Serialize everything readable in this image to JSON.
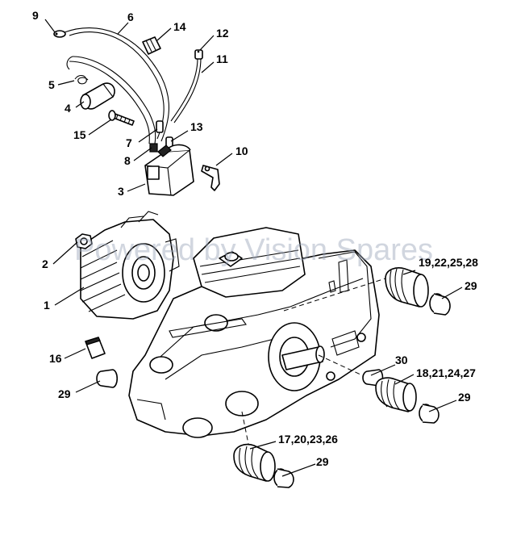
{
  "watermark": "Powered by Vision Spares",
  "callouts": [
    {
      "id": "c9",
      "text": "9"
    },
    {
      "id": "c6",
      "text": "6"
    },
    {
      "id": "c14",
      "text": "14"
    },
    {
      "id": "c12",
      "text": "12"
    },
    {
      "id": "c11",
      "text": "11"
    },
    {
      "id": "c5",
      "text": "5"
    },
    {
      "id": "c4",
      "text": "4"
    },
    {
      "id": "c15",
      "text": "15"
    },
    {
      "id": "c7",
      "text": "7"
    },
    {
      "id": "c13",
      "text": "13"
    },
    {
      "id": "c8",
      "text": "8"
    },
    {
      "id": "c10",
      "text": "10"
    },
    {
      "id": "c3",
      "text": "3"
    },
    {
      "id": "c2",
      "text": "2"
    },
    {
      "id": "c1",
      "text": "1"
    },
    {
      "id": "c19",
      "text": "19,22,25,28"
    },
    {
      "id": "c29a",
      "text": "29"
    },
    {
      "id": "c16",
      "text": "16"
    },
    {
      "id": "c29b",
      "text": "29"
    },
    {
      "id": "c30",
      "text": "30"
    },
    {
      "id": "c18",
      "text": "18,21,24,27"
    },
    {
      "id": "c29c",
      "text": "29"
    },
    {
      "id": "c17",
      "text": "17,20,23,26"
    },
    {
      "id": "c29d",
      "text": "29"
    }
  ]
}
